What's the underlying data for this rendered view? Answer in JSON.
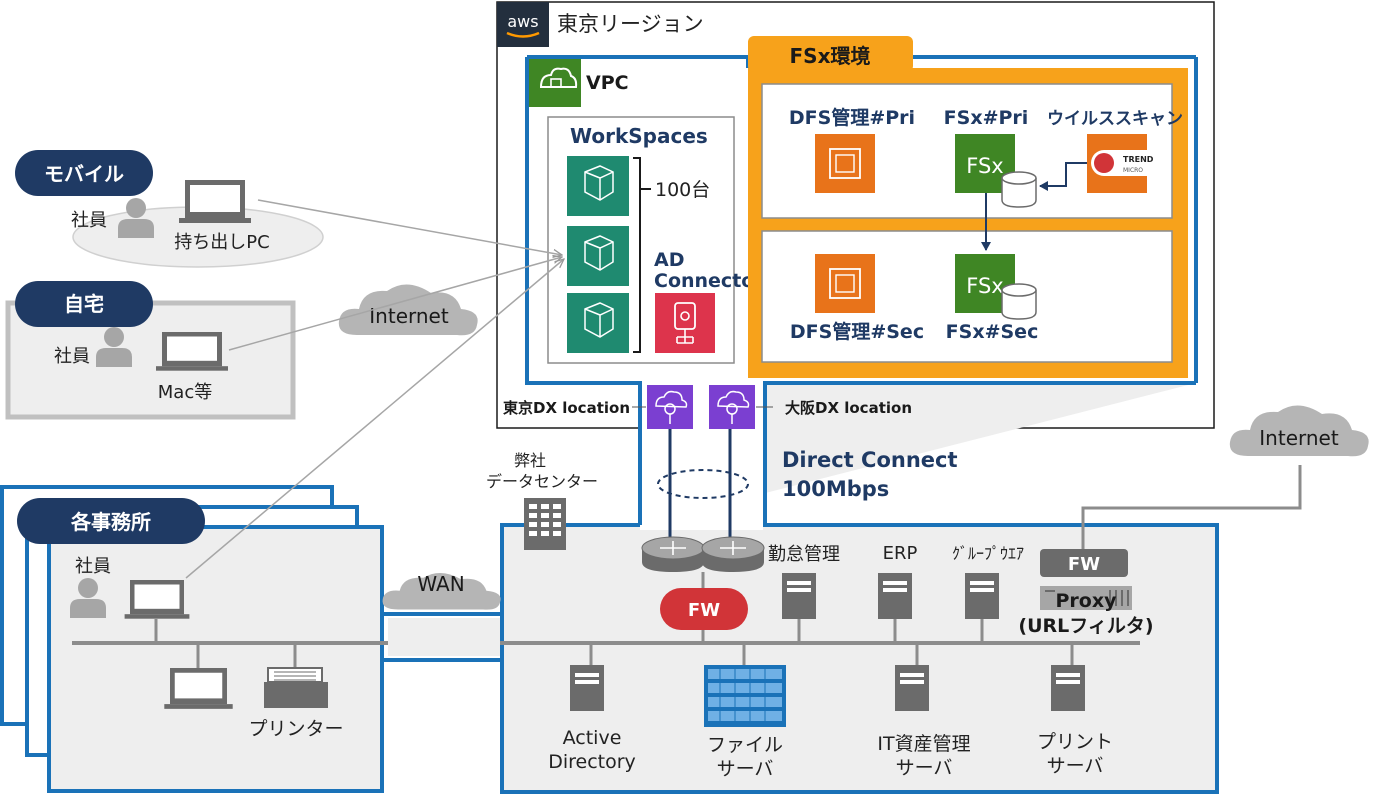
{
  "aws": {
    "logo_text": "aws",
    "region_label": "東京リージョン",
    "vpc_label": "VPC",
    "workspaces_label": "WorkSpaces",
    "workspaces_count": "100台",
    "ad_connector_line1": "AD",
    "ad_connector_line2": "Connector",
    "fsx_env_label": "FSx環境",
    "dfs_pri_label": "DFS管理#Pri",
    "fsx_pri_label": "FSx#Pri",
    "virus_scan_label": "ウイルススキャン",
    "dfs_sec_label": "DFS管理#Sec",
    "fsx_sec_label": "FSx#Sec",
    "fsx_icon_text": "FSx",
    "trend_text": "TREND",
    "micro_text": "MICRO"
  },
  "remote": {
    "mobile_label": "モバイル",
    "mobile_employee": "社員",
    "mobile_pc": "持ち出しPC",
    "home_label": "自宅",
    "home_employee": "社員",
    "home_pc": "Mac等",
    "internet_label": "Internet"
  },
  "direct_connect": {
    "tokyo_dx": "東京DX location",
    "osaka_dx": "大阪DX location",
    "title_line1": "Direct Connect",
    "title_line2": "100Mbps"
  },
  "offices": {
    "label": "各事務所",
    "employee": "社員",
    "printer": "プリンター",
    "wan_label": "WAN"
  },
  "datacenter": {
    "label_line1": "弊社",
    "label_line2": "データセンター",
    "attendance": "勤怠管理",
    "erp": "ERP",
    "groupware": "ｸﾞﾙｰﾌﾟｳｴｱ",
    "fw_proxy": "FW",
    "proxy_line1": "Proxy",
    "proxy_line2": "(URLフィルタ)",
    "fw_main": "FW",
    "active_directory_line1": "Active",
    "active_directory_line2": "Directory",
    "file_server_line1": "ファイル",
    "file_server_line2": "サーバ",
    "it_asset_line1": "IT資産管理",
    "it_asset_line2": "サーバ",
    "print_server_line1": "プリント",
    "print_server_line2": "サーバ"
  },
  "internet_right": "Internet",
  "colors": {
    "aws_blue": "#1a72b8",
    "navy": "#1f3a64",
    "fsx_orange": "#f7a21b",
    "ec2_orange": "#e8731a",
    "fsx_green": "#3f8624",
    "workspaces_green": "#1f8a70",
    "dx_purple": "#7b3fd1",
    "fw_red": "#d13438",
    "ad_red": "#dd344c",
    "gray_line": "#8c8c8c"
  }
}
